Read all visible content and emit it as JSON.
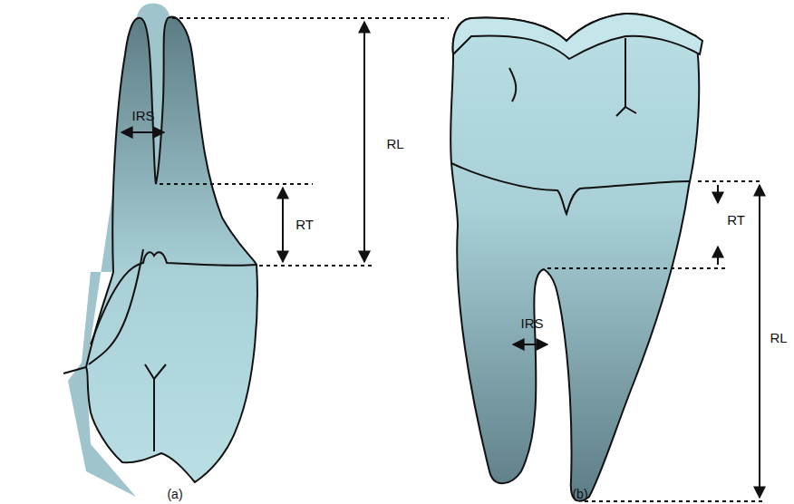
{
  "diagram": {
    "labels": [
      "IRS",
      "RL",
      "RT",
      "RT",
      "IRS",
      "RL",
      "(a)",
      "(b)"
    ]
  }
}
